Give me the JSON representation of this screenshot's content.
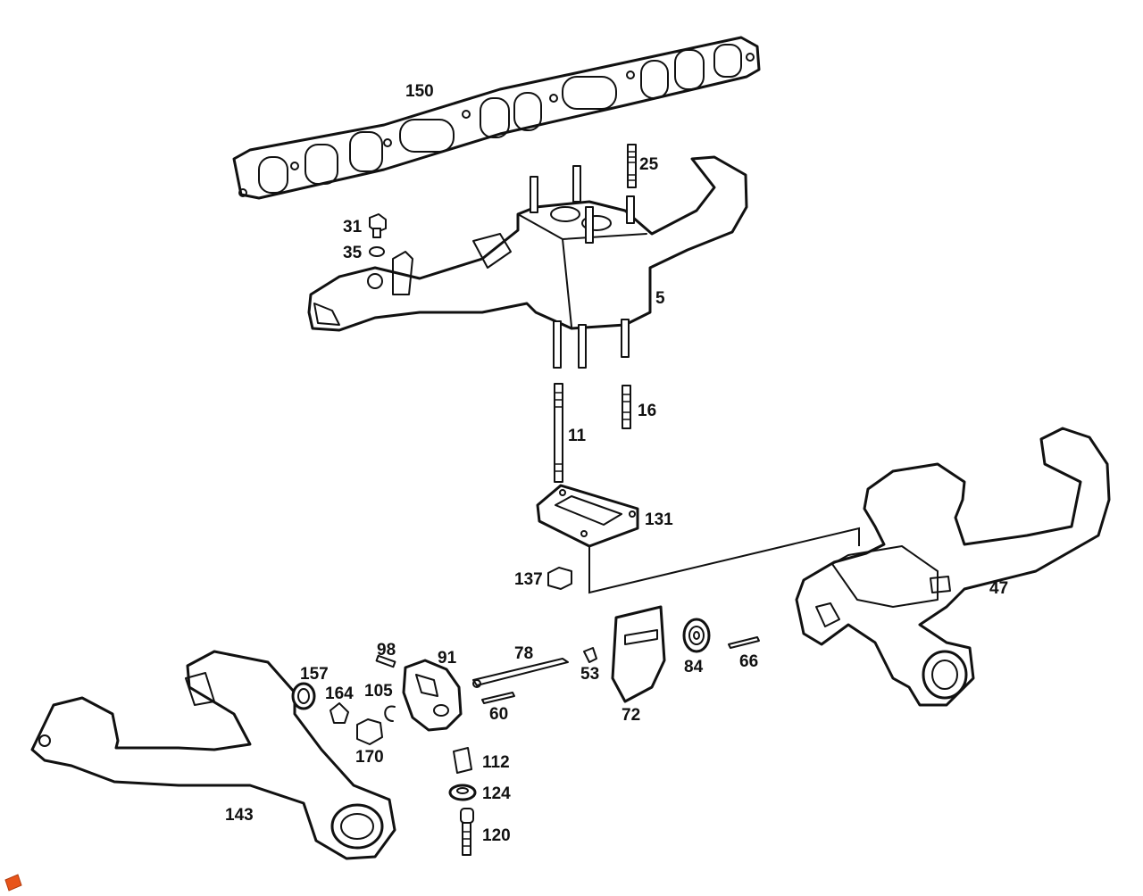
{
  "diagram": {
    "labels": {
      "p150": "150",
      "p25": "25",
      "p31": "31",
      "p35": "35",
      "p5": "5",
      "p16": "16",
      "p11": "11",
      "p131": "131",
      "p137": "137",
      "p47": "47",
      "p98": "98",
      "p91": "91",
      "p78": "78",
      "p157": "157",
      "p164": "164",
      "p105": "105",
      "p53": "53",
      "p84": "84",
      "p66": "66",
      "p60": "60",
      "p72": "72",
      "p170": "170",
      "p112": "112",
      "p124": "124",
      "p120": "120",
      "p143": "143"
    },
    "colors": {
      "ink": "#111111",
      "background": "#ffffff",
      "logo_orange": "#e8541a"
    },
    "logo": {
      "icon": "brand-logo-icon"
    }
  }
}
